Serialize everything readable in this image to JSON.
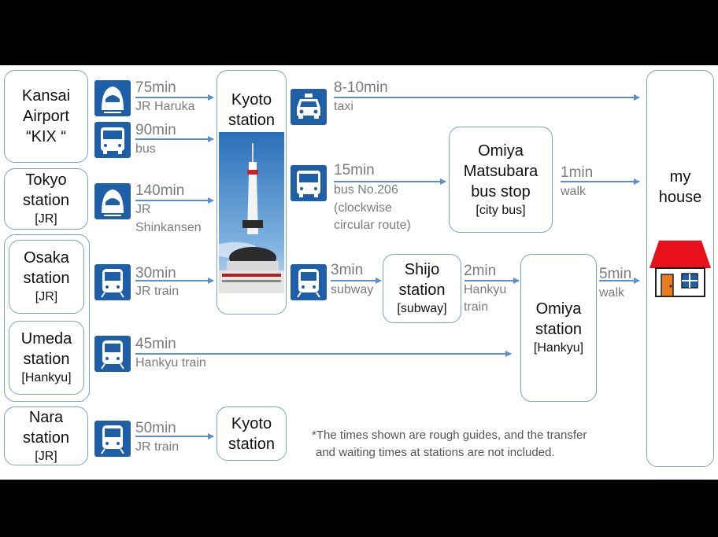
{
  "origins": {
    "kix": {
      "line1": "Kansai",
      "line2": "Airport",
      "line3": "“KIX “"
    },
    "tokyo": {
      "line1": "Tokyo",
      "line2": "station",
      "sub": "[JR]"
    },
    "osaka": {
      "line1": "Osaka",
      "line2": "station",
      "sub": "[JR]"
    },
    "umeda": {
      "line1": "Umeda",
      "line2": "station",
      "sub": "[Hankyu]"
    },
    "nara": {
      "line1": "Nara",
      "line2": "station",
      "sub": "[JR]"
    }
  },
  "hubs": {
    "kyoto_main": {
      "line1": "Kyoto",
      "line2": "station"
    },
    "kyoto_nara": {
      "line1": "Kyoto",
      "line2": "station"
    },
    "omiya_matsubara": {
      "line1": "Omiya",
      "line2": "Matsubara",
      "line3": "bus stop",
      "sub": "[city bus]"
    },
    "shijo": {
      "line1": "Shijo",
      "line2": "station",
      "sub": "[subway]"
    },
    "omiya": {
      "line1": "Omiya",
      "line2": "station",
      "sub": "[Hankyu]"
    },
    "house": {
      "line1": "my",
      "line2": "house"
    }
  },
  "routes": {
    "kix_haruka": {
      "time": "75min",
      "mode": "JR Haruka",
      "icon": "shinkansen-icon"
    },
    "kix_bus": {
      "time": "90min",
      "mode": "bus",
      "icon": "bus-icon"
    },
    "tokyo_shinkansen": {
      "time": "140min",
      "mode1": "JR",
      "mode2": "Shinkansen",
      "icon": "shinkansen-icon"
    },
    "osaka_train": {
      "time": "30min",
      "mode": "JR train",
      "icon": "train-icon"
    },
    "umeda_train": {
      "time": "45min",
      "mode": "Hankyu train",
      "icon": "train-icon"
    },
    "nara_train": {
      "time": "50min",
      "mode": "JR train",
      "icon": "train-icon"
    },
    "kyoto_taxi": {
      "time": "8-10min",
      "mode": "taxi",
      "icon": "taxi-icon"
    },
    "kyoto_bus": {
      "time": "15min",
      "mode1": "bus No.206",
      "mode2": "(clockwise",
      "mode3": "circular route)",
      "icon": "bus-icon"
    },
    "kyoto_subway": {
      "time": "3min",
      "mode": "subway",
      "icon": "train-icon"
    },
    "shijo_hankyu": {
      "time": "2min",
      "mode1": "Hankyu",
      "mode2": "train"
    },
    "busstop_walk": {
      "time": "1min",
      "mode": "walk"
    },
    "omiya_walk": {
      "time": "5min",
      "mode": "walk"
    }
  },
  "note": {
    "line1": "*The times shown are rough guides, and the transfer",
    "line2": "and waiting times at stations are not included."
  },
  "colors": {
    "arrow": "#5b8ed1",
    "icon_bg": "#1f5fa8",
    "box_border": "#7f9fc4",
    "roof": "#e8101b",
    "door": "#e87c1e"
  }
}
